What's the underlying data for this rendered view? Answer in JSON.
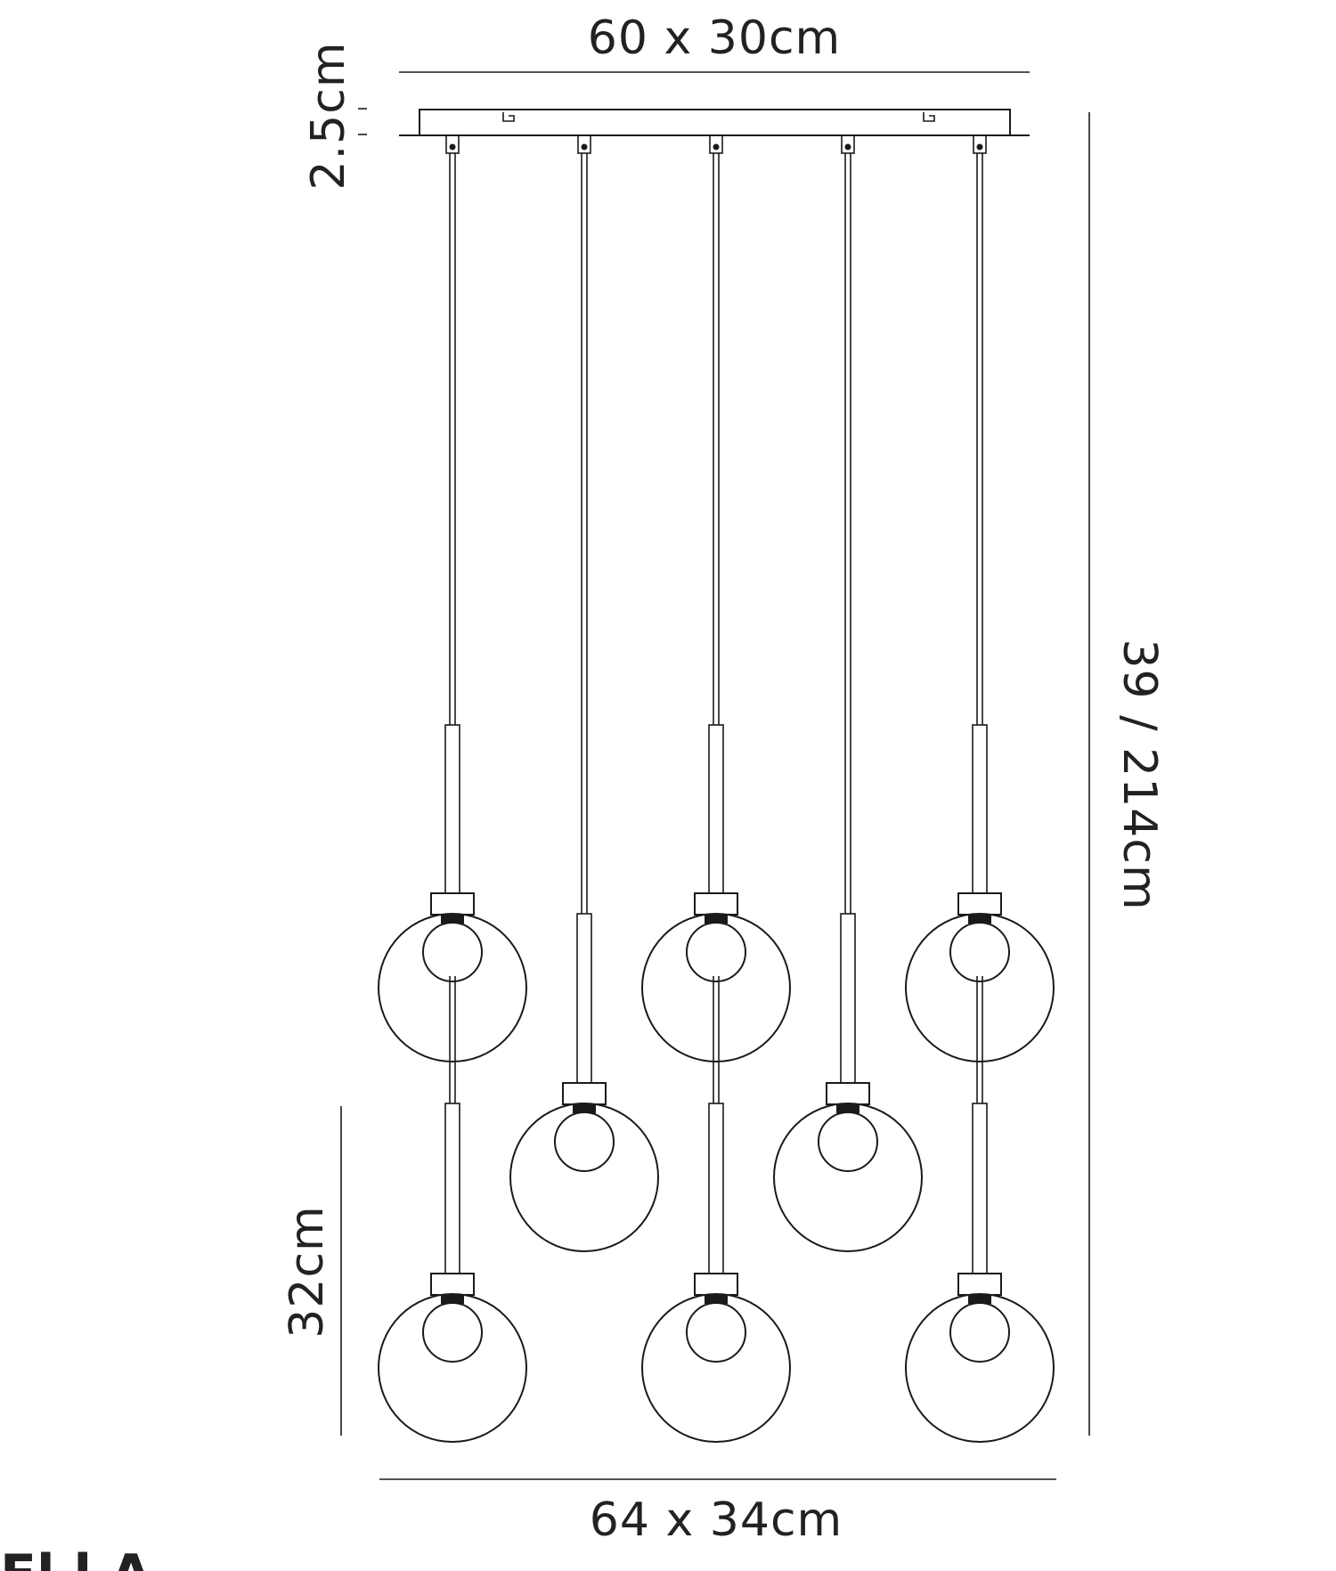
{
  "dimensions": {
    "top_width": "60 x 30cm",
    "canopy_height": "2.5cm",
    "total_height": "39 / 214cm",
    "shade_height": "32cm",
    "bottom_width": "64 x 34cm"
  },
  "fixture": {
    "pendant_count": 8,
    "cable_columns": 5
  },
  "footer": {
    "partial_text": "El  l  A"
  }
}
